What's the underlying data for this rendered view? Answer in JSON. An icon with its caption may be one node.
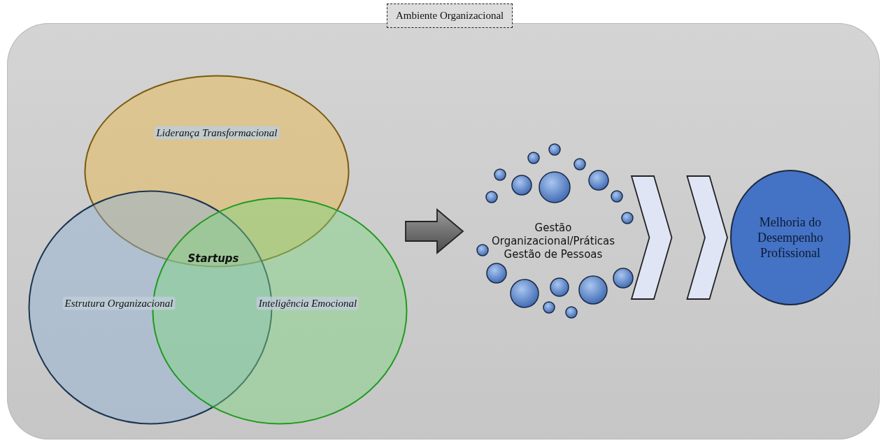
{
  "diagram": {
    "nodes": [
      {
        "text": [
          "Ambiente Organizacional"
        ]
      },
      {
        "text": [
          "Liderança Transformacional"
        ],
        "in": 0
      },
      {
        "text": [
          "Estrutura Organizacional"
        ],
        "in": 0
      },
      {
        "text": [
          "Inteligência Emocional"
        ],
        "in": 0
      },
      {
        "text": [
          "Gestão Organizacional/Práticas Gestão de Pessoas"
        ],
        "in": 0
      },
      {
        "text": [
          "Melhoria do Desempenho Profissional"
        ],
        "in": 0
      }
    ],
    "edges": [
      {
        "from": null,
        "to": 4,
        "arrow": "to",
        "style": "thick"
      },
      {
        "from": 4,
        "to": 5,
        "arrow": "to",
        "style": "thick"
      }
    ],
    "labels": [
      "Startups"
    ]
  }
}
